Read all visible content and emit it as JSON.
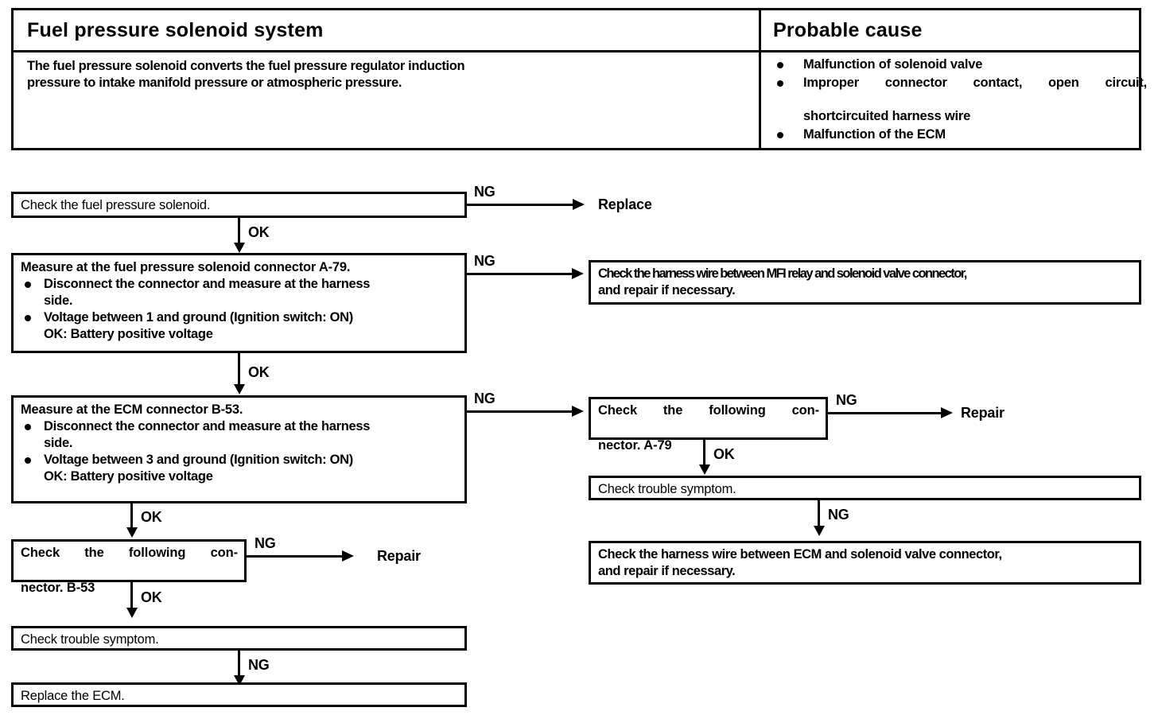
{
  "table": {
    "header_left": "Fuel pressure solenoid system",
    "header_right": "Probable cause",
    "description_line1": "The fuel pressure solenoid converts the fuel pressure regulator induction",
    "description_line2": "pressure to intake manifold pressure or atmospheric pressure.",
    "causes": [
      {
        "line1": "Malfunction of solenoid valve",
        "line2": ""
      },
      {
        "line1": "Improper connector contact, open circuit,",
        "line2": "shortcircuited harness wire"
      },
      {
        "line1": "Malfunction of the ECM",
        "line2": ""
      }
    ]
  },
  "flow": {
    "step1": {
      "text": "Check the fuel pressure solenoid."
    },
    "step1_branch": {
      "label": "NG",
      "target": "Replace"
    },
    "step1_to_step2": {
      "label": "OK"
    },
    "step2": {
      "title": "Measure at the fuel pressure solenoid connector A-79.",
      "bullet1_line1": "Disconnect the connector and measure at the harness",
      "bullet1_line2": "side.",
      "bullet2_line1": "Voltage between 1 and ground (Ignition switch: ON)",
      "bullet2_line2": "OK: Battery positive voltage"
    },
    "step2_branch": {
      "label": "NG"
    },
    "step2_target": {
      "line1": "Check the harness wire between MFI relay and solenoid valve connector,",
      "line2": "and repair if necessary."
    },
    "step2_to_step3": {
      "label": "OK"
    },
    "step3": {
      "title": "Measure at the ECM connector B-53.",
      "bullet1_line1": "Disconnect the connector and measure at the harness",
      "bullet1_line2": "side.",
      "bullet2_line1": "Voltage between 3 and ground (Ignition switch: ON)",
      "bullet2_line2": "OK: Battery positive voltage"
    },
    "step3_branch": {
      "label": "NG"
    },
    "step3_to_step4": {
      "label": "OK"
    },
    "step4": {
      "line1": "Check the following con-",
      "line2": "nector. B-53"
    },
    "step4_branch": {
      "label": "NG",
      "target": "Repair"
    },
    "step4_to_step5": {
      "label": "OK"
    },
    "step5": {
      "text": "Check trouble symptom."
    },
    "step5_to_step6": {
      "label": "NG"
    },
    "step6": {
      "text": "Replace the ECM."
    },
    "right_step1": {
      "line1": "Check the following con-",
      "line2": "nector. A-79"
    },
    "right_step1_branch": {
      "label": "NG",
      "target": "Repair"
    },
    "right_step1_to_step2": {
      "label": "OK"
    },
    "right_step2": {
      "text": "Check trouble symptom."
    },
    "right_step2_to_step3": {
      "label": "NG"
    },
    "right_step3": {
      "line1": "Check the harness wire between ECM and solenoid valve connector,",
      "line2": "and repair if necessary."
    }
  }
}
